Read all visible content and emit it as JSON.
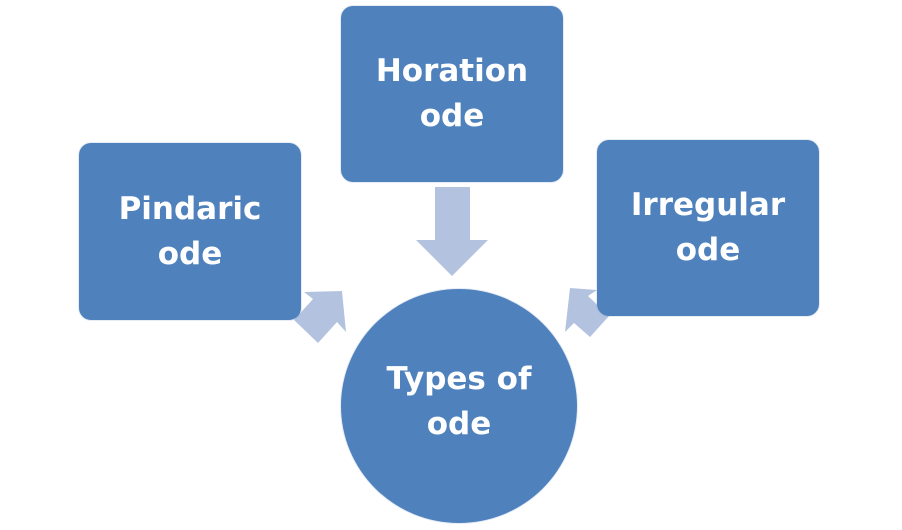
{
  "diagram": {
    "center": {
      "label": "Types of\node"
    },
    "nodes": {
      "top": {
        "label": "Horation\node"
      },
      "left": {
        "label": "Pindaric\node"
      },
      "right": {
        "label": "Irregular\node"
      }
    }
  },
  "colors": {
    "node_fill": "#4f81bd",
    "arrow_fill": "#b3c3df",
    "text": "#ffffff"
  }
}
